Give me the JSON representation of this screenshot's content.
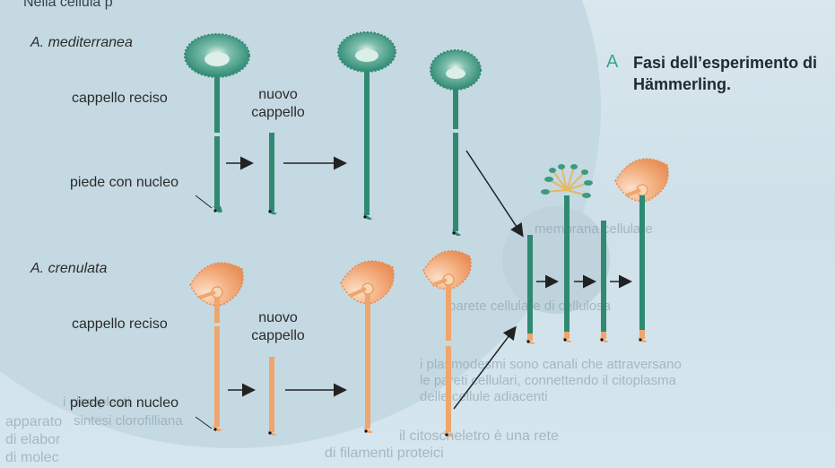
{
  "panel": {
    "letter": "A",
    "title_line1": "Fasi dell’esperimento di",
    "title_line2": "Hämmerling."
  },
  "top_row": {
    "species": "A. mediterranea",
    "cut_cap_label": "cappello reciso",
    "new_cap_line1": "nuovo",
    "new_cap_line2": "cappello",
    "foot_label": "piede con nucleo"
  },
  "bottom_row": {
    "species": "A. crenulata",
    "cut_cap_label": "cappello reciso",
    "new_cap_line1": "nuovo",
    "new_cap_line2": "cappello",
    "foot_label": "piede con nucleo"
  },
  "cropped_top_text": "Nella cellula p",
  "background_text": [
    "membrana cellulare",
    "parete cellulare di cellulosa",
    "i plasmodesmi sono canali che attraversano",
    "le pareti cellulari, connettendo il citoplasma",
    "delle cellule adiacenti",
    "il citoscheletro è una rete",
    "di filamenti proteici",
    "i cloroplasti",
    "sintesi clorofilliana",
    "apparato",
    "di elabor",
    "di molec"
  ],
  "colors": {
    "green_stalk": "#2f8a72",
    "green_cap": "#4aa58e",
    "orange_stalk": "#f0a56c",
    "orange_cap": "#f2a877",
    "accent_letter": "#3aa58a"
  }
}
